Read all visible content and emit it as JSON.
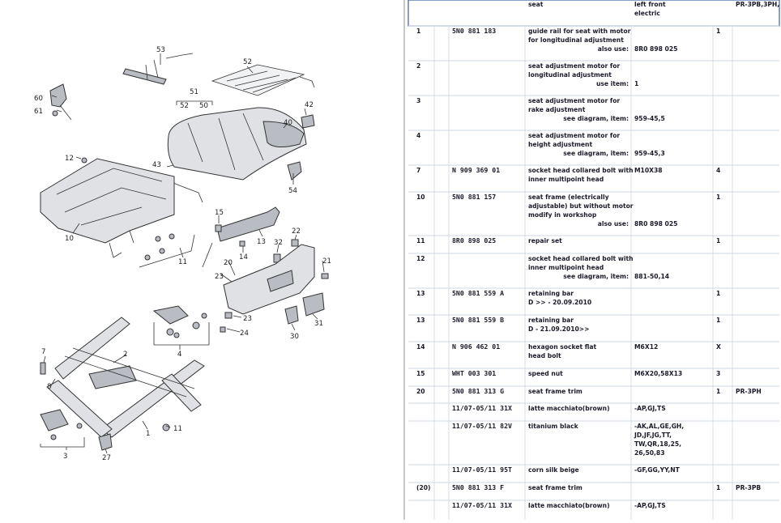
{
  "callouts": [
    "53",
    "52",
    "51",
    "52",
    "50",
    "60",
    "61",
    "42",
    "40",
    "12",
    "43",
    "54",
    "10",
    "15",
    "13",
    "32",
    "22",
    "14",
    "11",
    "21",
    "20",
    "23",
    "7",
    "2",
    "4",
    "23",
    "24",
    "30",
    "31",
    "8",
    "11",
    "3",
    "27",
    "1"
  ],
  "table": {
    "header": {
      "description": "seat",
      "note": "left front\nelectric",
      "model": "PR-3PB,3PH,"
    },
    "rows": [
      {
        "pos": "1",
        "part": "5N0 881 183",
        "description": "guide rail for seat with motor\nfor longitudinal adjustment",
        "ref_label": "also use:",
        "ref": "8R0 898 025",
        "qty": "1",
        "model": ""
      },
      {
        "pos": "2",
        "part": "",
        "description": "seat adjustment motor for\nlongitudinal adjustment",
        "ref_label": "use item:",
        "ref": "1",
        "qty": "",
        "model": ""
      },
      {
        "pos": "3",
        "part": "",
        "description": "seat adjustment motor for\nrake adjustment",
        "ref_label": "see diagram, item:",
        "ref": "959-45,5",
        "qty": "",
        "model": ""
      },
      {
        "pos": "4",
        "part": "",
        "description": "seat adjustment motor for\nheight adjustment",
        "ref_label": "see diagram, item:",
        "ref": "959-45,3",
        "qty": "",
        "model": ""
      },
      {
        "pos": "7",
        "part": "N   909 369 01",
        "description": "socket head collared bolt with\ninner multipoint head",
        "ref_label": "",
        "ref": "M10X38",
        "qty": "4",
        "model": ""
      },
      {
        "pos": "10",
        "part": "5N0 881 157",
        "description": "seat frame (electrically\nadjustable) but without motor\nmodify in workshop",
        "ref_label": "also use:",
        "ref": "8R0 898 025",
        "qty": "1",
        "model": ""
      },
      {
        "pos": "11",
        "part": "8R0 898 025",
        "description": "repair set",
        "ref_label": "",
        "ref": "",
        "qty": "1",
        "model": ""
      },
      {
        "pos": "12",
        "part": "",
        "description": "socket head collared bolt with\ninner multipoint head",
        "ref_label": "see diagram, item:",
        "ref": "881-50,14",
        "qty": "",
        "model": ""
      },
      {
        "pos": "13",
        "part": "5N0 881 559 A",
        "description": "retaining bar\nD            >> - 20.09.2010",
        "ref_label": "",
        "ref": "",
        "qty": "1",
        "model": ""
      },
      {
        "pos": "13",
        "part": "5N0 881 559 B",
        "description": "retaining bar\nD - 21.09.2010>>",
        "ref_label": "",
        "ref": "",
        "qty": "1",
        "model": ""
      },
      {
        "pos": "14",
        "part": "N   906 462 01",
        "description": "hexagon socket flat\nhead bolt",
        "ref_label": "",
        "ref": "M6X12",
        "qty": "X",
        "model": ""
      },
      {
        "pos": "15",
        "part": "WHT 003 301",
        "description": "speed nut",
        "ref_label": "",
        "ref": "M6X20,58X13",
        "qty": "3",
        "model": ""
      },
      {
        "pos": "20",
        "part": "5N0 881 313 G",
        "description": "seat frame trim",
        "ref_label": "",
        "ref": "",
        "qty": "1",
        "model": "PR-3PH"
      },
      {
        "pos": "",
        "part": "11/07-05/11 31X",
        "description": "latte macchiato(brown)",
        "ref_label": "",
        "ref": "-AP,GJ,TS",
        "qty": "",
        "model": ""
      },
      {
        "pos": "",
        "part": "11/07-05/11 82V",
        "description": "titanium black",
        "ref_label": "",
        "ref": "-AK,AL,GE,GH,\nJD,JF,JG,TT,\nTW,QR,18,25,\n26,50,83",
        "qty": "",
        "model": ""
      },
      {
        "pos": "",
        "part": "11/07-05/11 95T",
        "description": "corn silk beige",
        "ref_label": "",
        "ref": "-GF,GG,YY,NT",
        "qty": "",
        "model": ""
      },
      {
        "pos": "(20)",
        "part": "5N0 881 313 F",
        "description": "seat frame trim",
        "ref_label": "",
        "ref": "",
        "qty": "1",
        "model": "PR-3PB"
      },
      {
        "pos": "",
        "part": "11/07-05/11 31X",
        "description": "latte macchiato(brown)",
        "ref_label": "",
        "ref": "-AP,GJ,TS",
        "qty": "",
        "model": ""
      }
    ]
  },
  "colors": {
    "header_border": "#3a5fa8",
    "grid": "#d7dce4",
    "row_line": "#cfd8e4",
    "text": "#1a1a2a"
  }
}
